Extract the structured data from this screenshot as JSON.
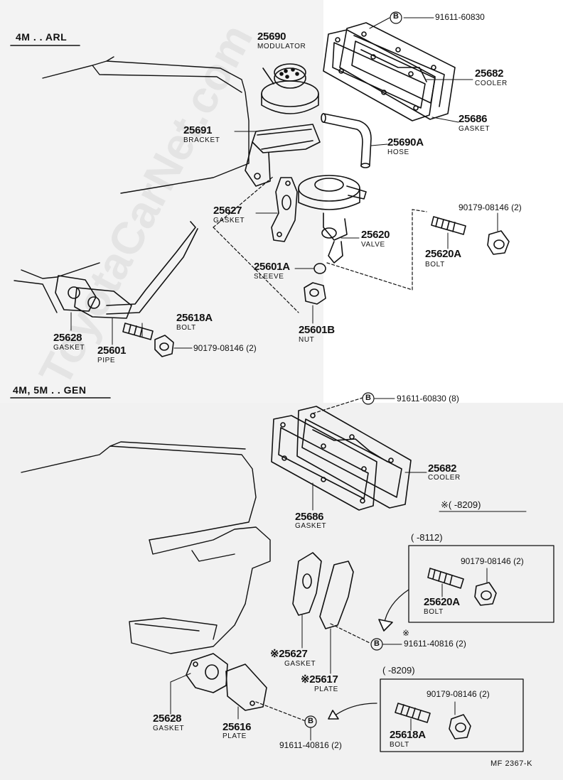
{
  "watermark": "ToyotaCarNet.com",
  "section_top": "4M . . ARL",
  "section_bottom": "4M, 5M . . GEN",
  "top": {
    "b_pn": "91611-60830",
    "modulator_num": "25690",
    "modulator_name": "MODULATOR",
    "cooler_num": "25682",
    "cooler_name": "COOLER",
    "gasket_cooler_num": "25686",
    "gasket_cooler_name": "GASKET",
    "bracket_num": "25691",
    "bracket_name": "BRACKET",
    "hose_num": "25690A",
    "hose_name": "HOSE",
    "gasket_num": "25627",
    "gasket_name": "GASKET",
    "nut_pn": "90179-08146 (2)",
    "valve_num": "25620",
    "valve_name": "VALVE",
    "bolt_num": "25620A",
    "bolt_name": "BOLT",
    "sleeve_num": "25601A",
    "sleeve_name": "SLEEVE",
    "bolt2_num": "25618A",
    "bolt2_name": "BOLT",
    "nut_num": "25601B",
    "nut_name": "NUT",
    "gasket2_num": "25628",
    "gasket2_name": "GASKET",
    "pipe_num": "25601",
    "pipe_name": "PIPE",
    "nut2_pn": "90179-08146 (2)"
  },
  "bottom": {
    "b_pn": "91611-60830 (8)",
    "cooler_num": "25682",
    "cooler_name": "COOLER",
    "gasket_num": "25686",
    "gasket_name": "GASKET",
    "note1": "※(      -8209)",
    "note2": "(      -8112)",
    "nut_pn": "90179-08146 (2)",
    "bolt_num": "25620A",
    "bolt_name": "BOLT",
    "star": "※",
    "b2_pn": "91611-40816 (2)",
    "gasket2_num": "※25627",
    "gasket2_name": "GASKET",
    "plate_num": "※25617",
    "plate_name": "PLATE",
    "note3": "(      -8209)",
    "nut2_pn": "90179-08146 (2)",
    "gasket3_num": "25628",
    "gasket3_name": "GASKET",
    "plate2_num": "25616",
    "plate2_name": "PLATE",
    "bolt2_num": "25618A",
    "bolt2_name": "BOLT",
    "b3_pn": "91611-40816 (2)",
    "b_letter": "B"
  },
  "code": "MF  2367-K"
}
